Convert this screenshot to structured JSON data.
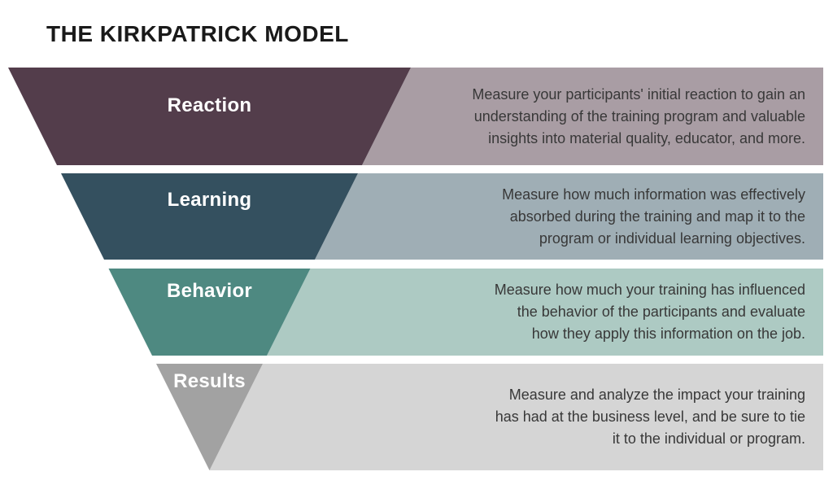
{
  "title": "THE KIRKPATRICK MODEL",
  "colors": {
    "background": "#ffffff",
    "title_text": "#1a1a1a",
    "label_text": "#ffffff",
    "description_text": "#383838"
  },
  "levels": [
    {
      "label": "Reaction",
      "color_dark": "#533D4B",
      "color_light": "#A99DA4",
      "description": "Measure your participants' initial reaction to gain an understanding of the training program and valuable insights into material quality, educator, and more.",
      "lines": [
        "Measure your participants' initial reaction to gain an",
        "understanding of the training program and valuable",
        "insights into material quality, educator, and more."
      ]
    },
    {
      "label": "Learning",
      "color_dark": "#34505F",
      "color_light": "#9FAEB5",
      "description": "Measure how much information was effectively absorbed during the training and map it to the program or individual learning objectives.",
      "lines": [
        "Measure how much information was effectively",
        "absorbed during the training and map it to the",
        "program or individual learning objectives."
      ]
    },
    {
      "label": "Behavior",
      "color_dark": "#4E8981",
      "color_light": "#ADCAC3",
      "description": "Measure how much your training has influenced the behavior of the participants and evaluate how they apply this information on the job.",
      "lines": [
        "Measure how much your training has influenced",
        "the behavior of the participants and evaluate",
        "how they apply this information on the job."
      ]
    },
    {
      "label": "Results",
      "color_dark": "#A2A2A2",
      "color_light": "#D5D5D5",
      "description": "Measure and analyze the impact your training has had at the business level, and be sure to tie it to the individual or program.",
      "lines": [
        "Measure and analyze the impact your training",
        "has had at the business level, and be sure to tie",
        "it to the individual or program."
      ]
    }
  ]
}
